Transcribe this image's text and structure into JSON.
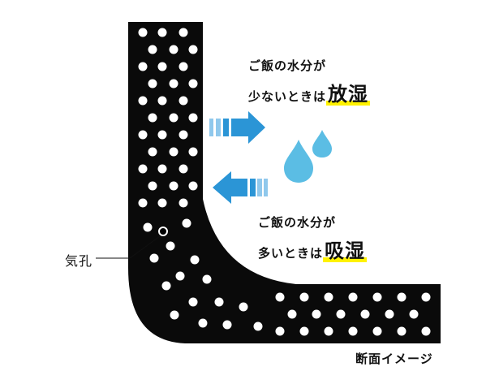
{
  "top_text": {
    "line1": "ご飯の水分が",
    "line2_prefix": "少ないときは",
    "emphasis": "放湿"
  },
  "bottom_text": {
    "line1": "ご飯の水分が",
    "line2_prefix": "多いときは",
    "emphasis": "吸湿"
  },
  "pore_label": "気孔",
  "caption": "断面イメージ",
  "colors": {
    "wall": "#0a0a0a",
    "pore": "#ffffff",
    "arrow": "#2b95d6",
    "arrow_light": "#8fc8ec",
    "droplet": "#5bbde4",
    "highlight": "#fff200",
    "text": "#111111"
  },
  "icons": [
    "outward-arrow-icon",
    "inward-arrow-icon",
    "water-droplet-icon"
  ]
}
